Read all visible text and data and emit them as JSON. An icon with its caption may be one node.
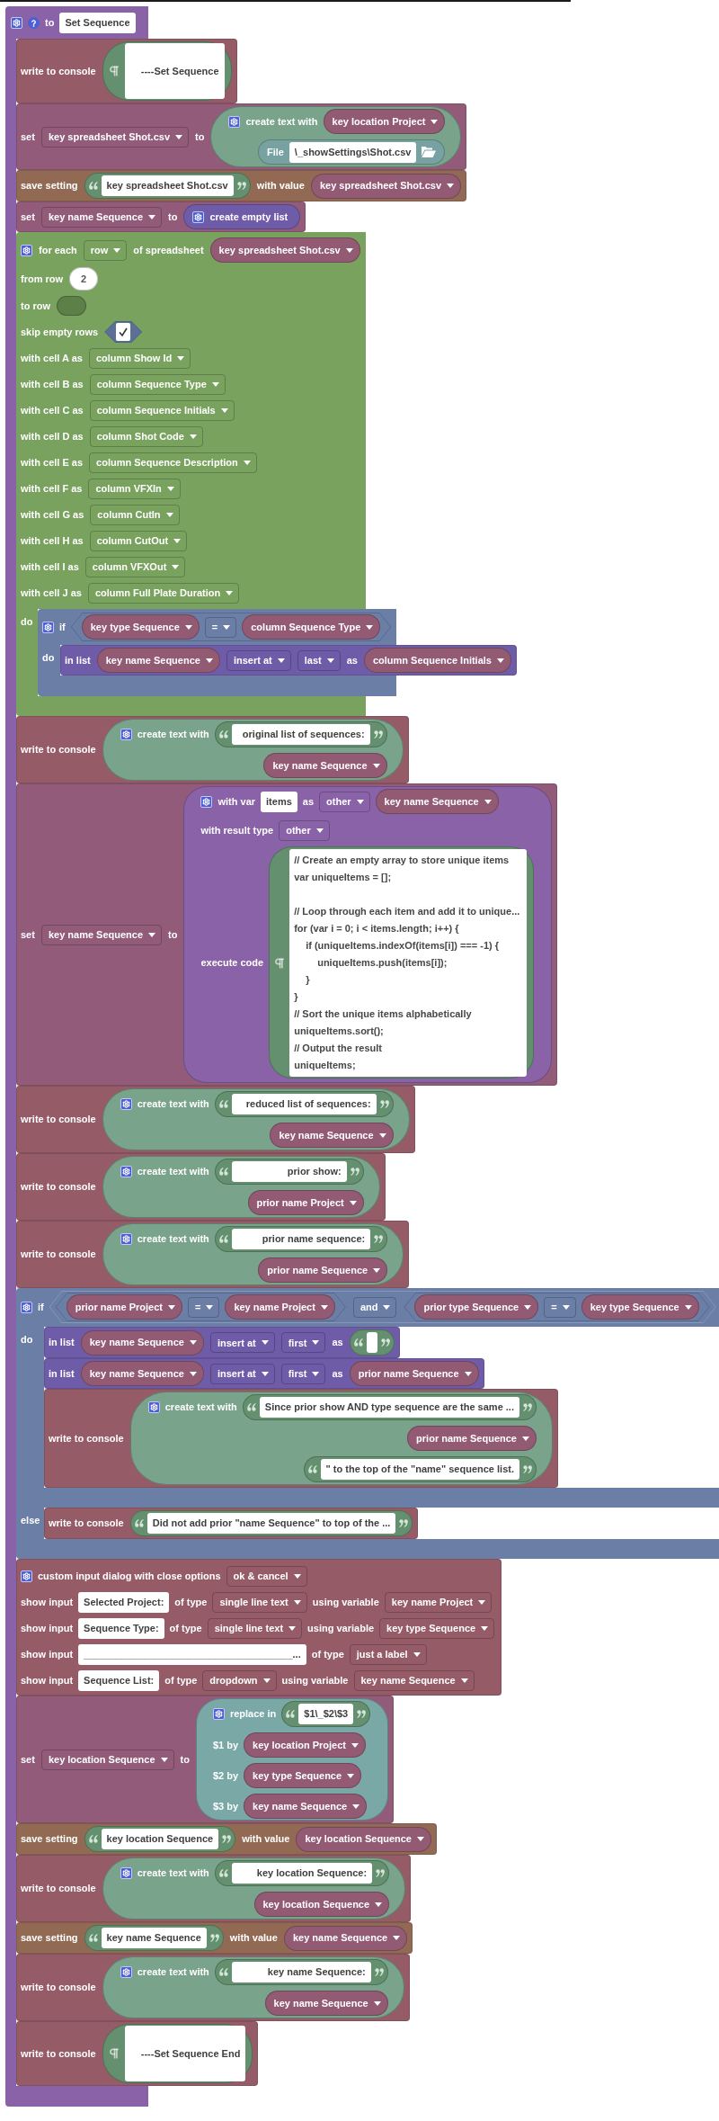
{
  "diagram": {
    "nodes": [
      {
        "text": [
          "to",
          "Set Sequence"
        ]
      },
      {
        "text": [
          "write to console"
        ],
        "in": 0
      },
      {
        "text": [
          "----Set Sequence"
        ],
        "in": 1
      },
      {
        "text": [
          "set",
          "key spreadsheet Shot.csv",
          "to"
        ],
        "in": 0
      },
      {
        "text": [
          "create text with"
        ],
        "in": 3
      },
      {
        "text": [
          "key location Project"
        ],
        "in": 4
      },
      {
        "text": [
          "File",
          "\\_showSettings\\Shot.csv"
        ],
        "in": 4
      },
      {
        "text": [
          "save setting",
          "with value"
        ],
        "in": 0
      },
      {
        "text": [
          "key spreadsheet Shot.csv"
        ],
        "in": 7
      },
      {
        "text": [
          "key spreadsheet Shot.csv"
        ],
        "in": 7
      },
      {
        "text": [
          "set",
          "key name Sequence",
          "to"
        ],
        "in": 0
      },
      {
        "text": [
          "create empty list"
        ],
        "in": 10
      },
      {
        "text": [
          "for each",
          "row",
          "of spreadsheet",
          "from row",
          "to row",
          "skip empty rows",
          "with cell A as",
          "column Show Id",
          "with cell B as",
          "column Sequence Type",
          "with cell C as",
          "column Sequence Initials",
          "with cell D as",
          "column Shot Code",
          "with cell E as",
          "column Sequence Description",
          "with cell F as",
          "column VFXIn",
          "with cell G as",
          "column CutIn",
          "with cell H as",
          "column CutOut",
          "with cell I as",
          "column VFXOut",
          "with cell J as",
          "column Full Plate Duration",
          "do"
        ],
        "in": 0
      },
      {
        "text": [
          "key spreadsheet Shot.csv"
        ],
        "in": 12
      },
      {
        "text": [
          "2"
        ],
        "in": 12
      },
      {
        "text": [],
        "shape": "oval",
        "in": 12
      },
      {
        "text": [],
        "shape": "diamond",
        "in": 12
      },
      {
        "text": [
          "if",
          "do"
        ],
        "in": 12
      },
      {
        "text": [
          "="
        ],
        "in": 17
      },
      {
        "text": [
          "key type Sequence"
        ],
        "in": 18
      },
      {
        "text": [
          "column Sequence Type"
        ],
        "in": 18
      },
      {
        "text": [
          "in list",
          "insert at",
          "last",
          "as"
        ],
        "in": 17
      },
      {
        "text": [
          "key name Sequence"
        ],
        "in": 21
      },
      {
        "text": [
          "column Sequence Initials"
        ],
        "in": 21
      },
      {
        "text": [
          "write to console"
        ],
        "in": 0
      },
      {
        "text": [
          "create text with"
        ],
        "in": 24
      },
      {
        "text": [
          "original list of sequences:"
        ],
        "in": 25
      },
      {
        "text": [
          "key name Sequence"
        ],
        "in": 25
      },
      {
        "text": [
          "set",
          "key name Sequence",
          "to"
        ],
        "in": 0
      },
      {
        "text": [
          "with var",
          "items",
          "as",
          "other",
          "with result type",
          "other",
          "execute code"
        ],
        "in": 28
      },
      {
        "text": [
          "key name Sequence"
        ],
        "in": 29
      },
      {
        "text": [
          "// Create an empty array to store unique items",
          "var uniqueItems = [];",
          "// Loop through each item and add it to unique...",
          "for (var i = 0; i < items.length; i++) {",
          "if (uniqueItems.indexOf(items[i]) === -1) {",
          "uniqueItems.push(items[i]);",
          "}",
          "}",
          "// Sort the unique items alphabetically",
          "uniqueItems.sort();",
          "// Output the result",
          "uniqueItems;"
        ],
        "in": 29
      },
      {
        "text": [
          "write to console"
        ],
        "in": 0
      },
      {
        "text": [
          "create text with"
        ],
        "in": 32
      },
      {
        "text": [
          "reduced list of sequences:"
        ],
        "in": 33
      },
      {
        "text": [
          "key name Sequence"
        ],
        "in": 33
      },
      {
        "text": [
          "write to console"
        ],
        "in": 0
      },
      {
        "text": [
          "create text with"
        ],
        "in": 36
      },
      {
        "text": [
          "prior show:"
        ],
        "in": 37
      },
      {
        "text": [
          "prior name Project"
        ],
        "in": 37
      },
      {
        "text": [
          "write to console"
        ],
        "in": 0
      },
      {
        "text": [
          "create text with"
        ],
        "in": 40
      },
      {
        "text": [
          "prior name sequence:"
        ],
        "in": 41
      },
      {
        "text": [
          "prior name Sequence"
        ],
        "in": 41
      },
      {
        "text": [
          "if",
          "do",
          "else"
        ],
        "in": 0
      },
      {
        "text": [
          "and"
        ],
        "in": 44
      },
      {
        "text": [
          "="
        ],
        "in": 45
      },
      {
        "text": [
          "prior name Project"
        ],
        "in": 46
      },
      {
        "text": [
          "key name Project"
        ],
        "in": 46
      },
      {
        "text": [
          "="
        ],
        "in": 45
      },
      {
        "text": [
          "prior type Sequence"
        ],
        "in": 49
      },
      {
        "text": [
          "key type Sequence"
        ],
        "in": 49
      },
      {
        "text": [
          "in list",
          "insert at",
          "first",
          "as"
        ],
        "in": 44
      },
      {
        "text": [
          "key name Sequence"
        ],
        "in": 52
      },
      {
        "text": [],
        "shape": "oval",
        "in": 52
      },
      {
        "text": [
          "in list",
          "insert at",
          "first",
          "as"
        ],
        "in": 44
      },
      {
        "text": [
          "key name Sequence"
        ],
        "in": 55
      },
      {
        "text": [
          "prior name Sequence"
        ],
        "in": 55
      },
      {
        "text": [
          "write to console"
        ],
        "in": 44
      },
      {
        "text": [
          "create text with"
        ],
        "in": 58
      },
      {
        "text": [
          "Since prior show AND type sequence are the same ..."
        ],
        "in": 59
      },
      {
        "text": [
          "prior name Sequence"
        ],
        "in": 59
      },
      {
        "text": [
          "\" to the top of the \"name\" sequence list."
        ],
        "in": 59
      },
      {
        "text": [
          "write to console"
        ],
        "in": 44
      },
      {
        "text": [
          "Did not add prior \"name Sequence\" to top of the ..."
        ],
        "in": 63
      },
      {
        "text": [
          "custom input dialog with close options",
          "ok & cancel",
          "show input",
          "Selected Project:",
          "of type",
          "single line text",
          "using variable",
          "key name Project",
          "show input",
          "Sequence Type:",
          "of type",
          "single line text",
          "using variable",
          "key type Sequence",
          "show input",
          "______________________________________...",
          "of type",
          "just a label",
          "show input",
          "Sequence List:",
          "of type",
          "dropdown",
          "using variable",
          "key name Sequence"
        ],
        "in": 0
      },
      {
        "text": [
          "set",
          "key location Sequence",
          "to"
        ],
        "in": 0
      },
      {
        "text": [
          "replace in",
          "$1 by",
          "$2 by",
          "$3 by"
        ],
        "in": 66
      },
      {
        "text": [
          "$1\\_$2\\$3"
        ],
        "in": 67
      },
      {
        "text": [
          "key location Project"
        ],
        "in": 67
      },
      {
        "text": [
          "key type Sequence"
        ],
        "in": 67
      },
      {
        "text": [
          "key name Sequence"
        ],
        "in": 67
      },
      {
        "text": [
          "save setting",
          "with value"
        ],
        "in": 0
      },
      {
        "text": [
          "key location Sequence"
        ],
        "in": 72
      },
      {
        "text": [
          "key location Sequence"
        ],
        "in": 72
      },
      {
        "text": [
          "write to console"
        ],
        "in": 0
      },
      {
        "text": [
          "create text with"
        ],
        "in": 75
      },
      {
        "text": [
          "key location Sequence:"
        ],
        "in": 76
      },
      {
        "text": [
          "key location Sequence"
        ],
        "in": 76
      },
      {
        "text": [
          "save setting",
          "with value"
        ],
        "in": 0
      },
      {
        "text": [
          "key name Sequence"
        ],
        "in": 79
      },
      {
        "text": [
          "key name Sequence"
        ],
        "in": 79
      },
      {
        "text": [
          "write to console"
        ],
        "in": 0
      },
      {
        "text": [
          "create text with"
        ],
        "in": 82
      },
      {
        "text": [
          "key name Sequence:"
        ],
        "in": 83
      },
      {
        "text": [
          "key name Sequence"
        ],
        "in": 83
      },
      {
        "text": [
          "write to console"
        ],
        "in": 0
      },
      {
        "text": [
          "----Set Sequence End"
        ],
        "in": 86
      }
    ]
  }
}
